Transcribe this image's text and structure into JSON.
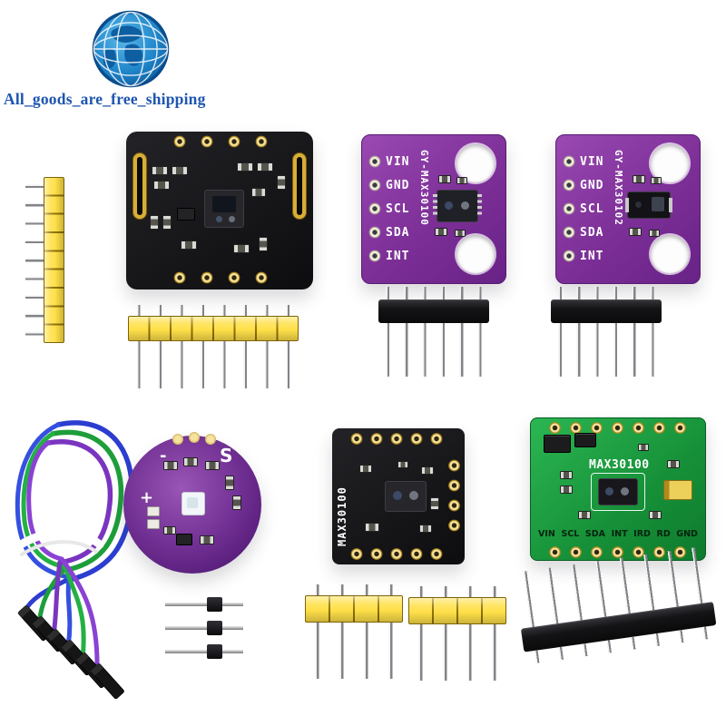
{
  "brand": {
    "tagline": "All_goods_are_free_shipping"
  },
  "colors": {
    "purple_pcb": "#7c2f97",
    "green_pcb": "#169038",
    "black_pcb": "#141416",
    "header_yellow": "#ffe049",
    "pad_gold": "#d7ae37",
    "logo_blue": "#1878c2"
  },
  "boards": {
    "gy_max30100": {
      "name": "GY-MAX30100",
      "pins": [
        "VIN",
        "GND",
        "SCL",
        "SDA",
        "INT"
      ]
    },
    "gy_max30102": {
      "name": "GY-MAX30102",
      "pins": [
        "VIN",
        "GND",
        "SCL",
        "SDA",
        "INT"
      ]
    },
    "black_max30100": {
      "name": "MAX30100"
    },
    "green_max30100": {
      "name": "MAX30100",
      "pins": [
        "VIN",
        "SCL",
        "SDA",
        "INT",
        "IRD",
        "RD",
        "GND"
      ]
    },
    "pulse_sensor": {
      "mark_s": "S",
      "mark_plus": "+",
      "mark_minus": "-"
    }
  }
}
